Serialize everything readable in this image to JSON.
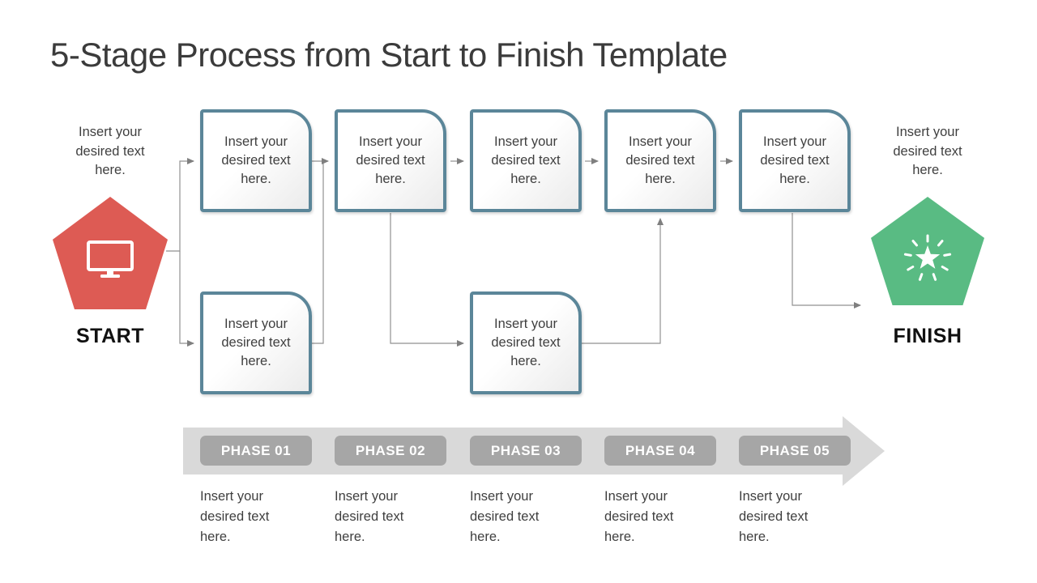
{
  "title": "5-Stage Process from Start to Finish Template",
  "start": {
    "caption": "Insert your desired text here.",
    "label": "START",
    "icon": "monitor-icon",
    "color": "#dd5b54"
  },
  "finish": {
    "caption": "Insert your desired text here.",
    "label": "FINISH",
    "icon": "sparkle-icon",
    "color": "#59bb83"
  },
  "flow_boxes": {
    "top": [
      {
        "text": "Insert your desired text here."
      },
      {
        "text": "Insert your desired text here."
      },
      {
        "text": "Insert your desired text here."
      },
      {
        "text": "Insert your desired text here."
      },
      {
        "text": "Insert your desired text here."
      }
    ],
    "bottom": [
      {
        "text": "Insert your desired text here."
      },
      {
        "text": "Insert your desired text here."
      }
    ]
  },
  "timeline": {
    "phases": [
      {
        "label": "PHASE 01",
        "description": "Insert your desired text here."
      },
      {
        "label": "PHASE 02",
        "description": "Insert your desired text here."
      },
      {
        "label": "PHASE 03",
        "description": "Insert your desired text here."
      },
      {
        "label": "PHASE 04",
        "description": "Insert your desired text here."
      },
      {
        "label": "PHASE 05",
        "description": "Insert your desired text here."
      }
    ],
    "band_color": "#d9d9d9",
    "chip_color": "#a6a6a6"
  },
  "styles": {
    "box_border_color": "#5b8699",
    "connector_color": "#919191",
    "arrowhead_color": "#7f7f7f",
    "title_color": "#3b3b3b"
  }
}
